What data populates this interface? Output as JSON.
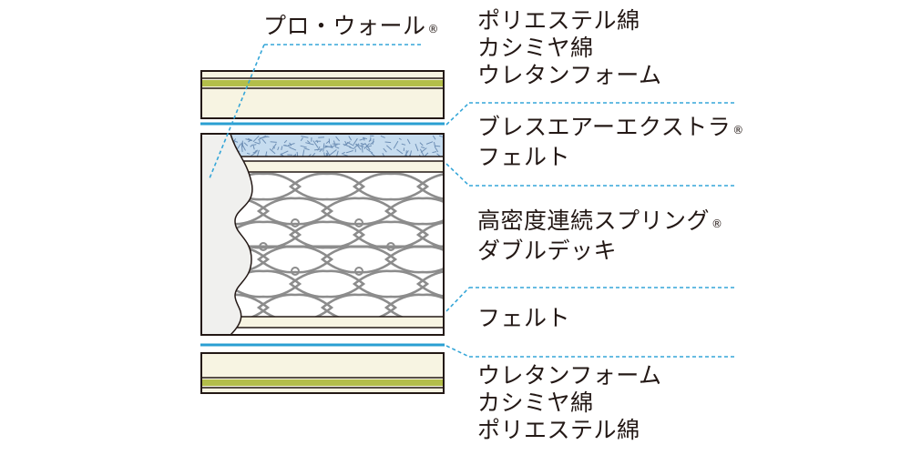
{
  "diagram": {
    "title": "マットレス断面図",
    "side_label": {
      "text": "プロ・ウォール",
      "mark": "®"
    },
    "labels": [
      {
        "id": "top-padding",
        "lines": [
          {
            "text": "ポリエステル綿"
          },
          {
            "text": "カシミヤ綿"
          },
          {
            "text": "ウレタンフォーム"
          }
        ]
      },
      {
        "id": "breath-air",
        "lines": [
          {
            "text": "ブレスエアーエクストラ",
            "mark": "®"
          },
          {
            "text": "フェルト"
          }
        ]
      },
      {
        "id": "spring",
        "lines": [
          {
            "text": "高密度連続スプリング",
            "mark": "®"
          },
          {
            "text": "ダブルデッキ"
          }
        ]
      },
      {
        "id": "felt",
        "lines": [
          {
            "text": "フェルト"
          }
        ]
      },
      {
        "id": "bottom-padding",
        "lines": [
          {
            "text": "ウレタンフォーム"
          },
          {
            "text": "カシミヤ綿"
          },
          {
            "text": "ポリエステル綿"
          }
        ]
      }
    ],
    "colors": {
      "outline": "#231815",
      "cream": "#f7f4e2",
      "olive": "#b3be4a",
      "blue_line": "#2a9fd2",
      "leader": "#35a6d8",
      "spring": "#8c8c8c",
      "side_wall": "#f0f0ee",
      "breath_fill": "#c6dcef",
      "breath_pattern": "#6e8fb5"
    }
  }
}
